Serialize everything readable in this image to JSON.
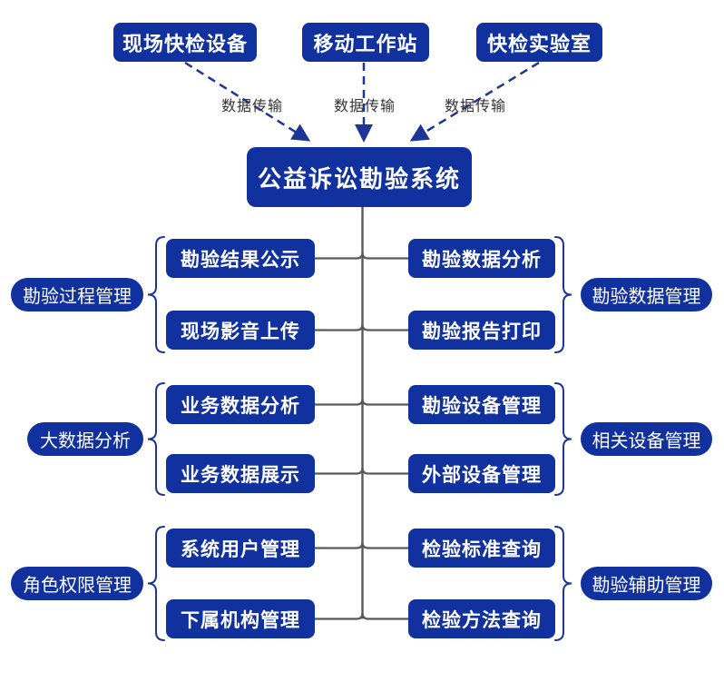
{
  "diagram": {
    "center": {
      "label": "公益诉讼勘验系统"
    },
    "sources": [
      {
        "label": "现场快检设备"
      },
      {
        "label": "移动工作站"
      },
      {
        "label": "快检实验室"
      }
    ],
    "transfer_edges": [
      {
        "label": "数据传输"
      },
      {
        "label": "数据传输"
      },
      {
        "label": "数据传输"
      }
    ],
    "groups": [
      {
        "side": "left",
        "category": "勘验过程管理",
        "modules": [
          "勘验结果公示",
          "现场影音上传"
        ]
      },
      {
        "side": "right",
        "category": "勘验数据管理",
        "modules": [
          "勘验数据分析",
          "勘验报告打印"
        ]
      },
      {
        "side": "left",
        "category": "大数据分析",
        "modules": [
          "业务数据分析",
          "业务数据展示"
        ]
      },
      {
        "side": "right",
        "category": "相关设备管理",
        "modules": [
          "勘验设备管理",
          "外部设备管理"
        ]
      },
      {
        "side": "left",
        "category": "角色权限管理",
        "modules": [
          "系统用户管理",
          "下属机构管理"
        ]
      },
      {
        "side": "right",
        "category": "勘验辅助管理",
        "modules": [
          "检验标准查询",
          "检验方法查询"
        ]
      }
    ],
    "colors": {
      "node_fill": "#10319e",
      "node_text": "#ffffff",
      "connector_gray": "#595959",
      "arrow_navy": "#1d3596",
      "label_text": "#333333"
    }
  }
}
